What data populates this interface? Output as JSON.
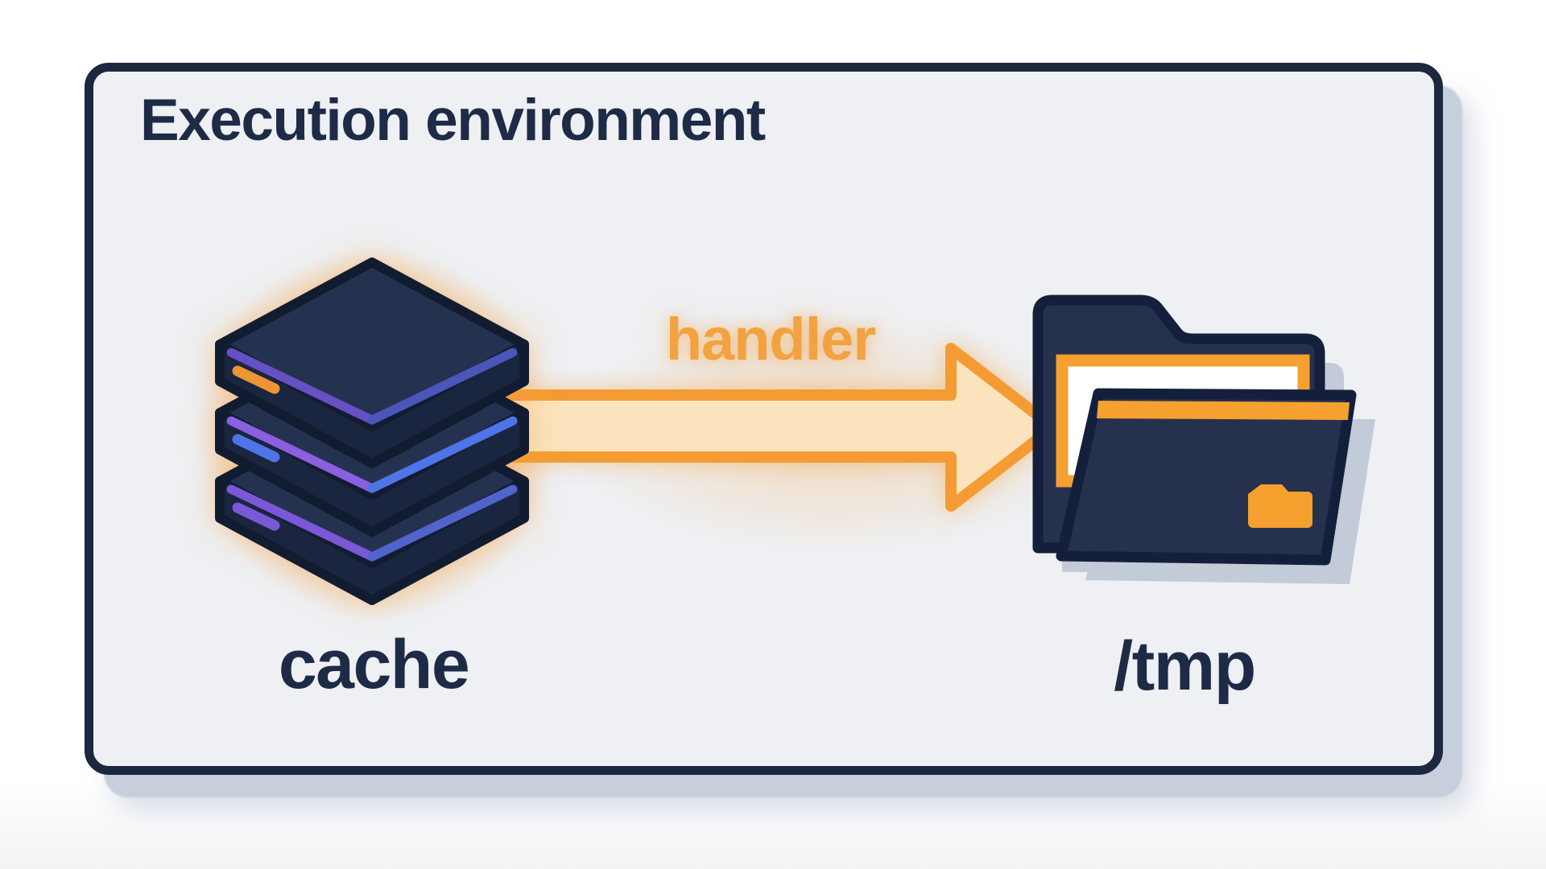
{
  "panel": {
    "title": "Execution environment"
  },
  "nodes": {
    "cache": {
      "label": "cache",
      "icon": "cache-stack-icon"
    },
    "tmp": {
      "label": "/tmp",
      "icon": "tmp-folder-icon"
    }
  },
  "edge": {
    "label": "handler",
    "icon": "right-arrow-icon",
    "from": "cache",
    "to": "tmp"
  },
  "colors": {
    "panel_border": "#1c2840",
    "panel_fill": "#eef0f3",
    "text_navy": "#1e2b47",
    "orange": "#f49c33",
    "orange_text": "#f2a23f",
    "arrow_fill": "#fbe4bd",
    "glow": "#f6a64e",
    "icon_navy": "#243250",
    "icon_side_navy": "#1a2640",
    "icon_outline": "#121c30",
    "accent_purple": "#7b58d8",
    "accent_blue": "#4f74e8",
    "accent_orange_dash": "#ed9434",
    "panel_shadow": "#c7cfdc",
    "folder_shadow": "#c3cbd8",
    "paper": "#ffffff"
  }
}
